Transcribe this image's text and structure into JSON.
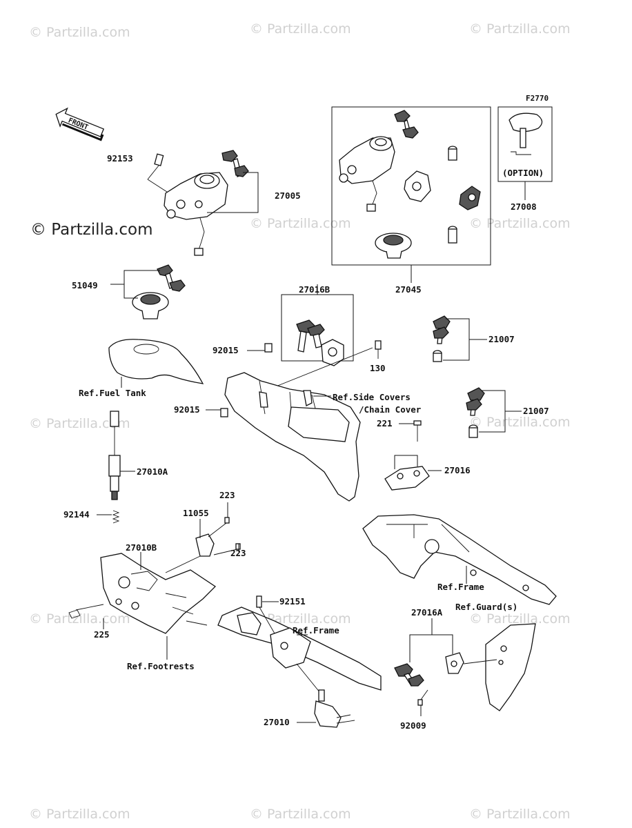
{
  "figure_code": "F2770",
  "front_label": "FRONT",
  "option_label": "(OPTION)",
  "watermark": "© Partzilla.com",
  "parts": [
    {
      "id": "p92153",
      "text": "92153"
    },
    {
      "id": "p27005",
      "text": "27005"
    },
    {
      "id": "p27008",
      "text": "27008"
    },
    {
      "id": "p27045",
      "text": "27045"
    },
    {
      "id": "p51049",
      "text": "51049"
    },
    {
      "id": "p27016B",
      "text": "27016B"
    },
    {
      "id": "p92015a",
      "text": "92015"
    },
    {
      "id": "p92015b",
      "text": "92015"
    },
    {
      "id": "p130",
      "text": "130"
    },
    {
      "id": "p21007a",
      "text": "21007"
    },
    {
      "id": "p21007b",
      "text": "21007"
    },
    {
      "id": "p221",
      "text": "221"
    },
    {
      "id": "p27016",
      "text": "27016"
    },
    {
      "id": "p27010A",
      "text": "27010A"
    },
    {
      "id": "p223a",
      "text": "223"
    },
    {
      "id": "p11055",
      "text": "11055"
    },
    {
      "id": "p223b",
      "text": "223"
    },
    {
      "id": "p92144",
      "text": "92144"
    },
    {
      "id": "p27010B",
      "text": "27010B"
    },
    {
      "id": "p92151",
      "text": "92151"
    },
    {
      "id": "p27016A",
      "text": "27016A"
    },
    {
      "id": "p225",
      "text": "225"
    },
    {
      "id": "p27010",
      "text": "27010"
    },
    {
      "id": "p92009",
      "text": "92009"
    }
  ],
  "refs": {
    "fuel_tank": "Ref.Fuel Tank",
    "side_covers": "Ref.Side Covers",
    "chain_cover": "/Chain Cover",
    "frame_1": "Ref.Frame",
    "frame_2": "Ref.Frame",
    "guards": "Ref.Guard(s)",
    "footrests": "Ref.Footrests"
  }
}
